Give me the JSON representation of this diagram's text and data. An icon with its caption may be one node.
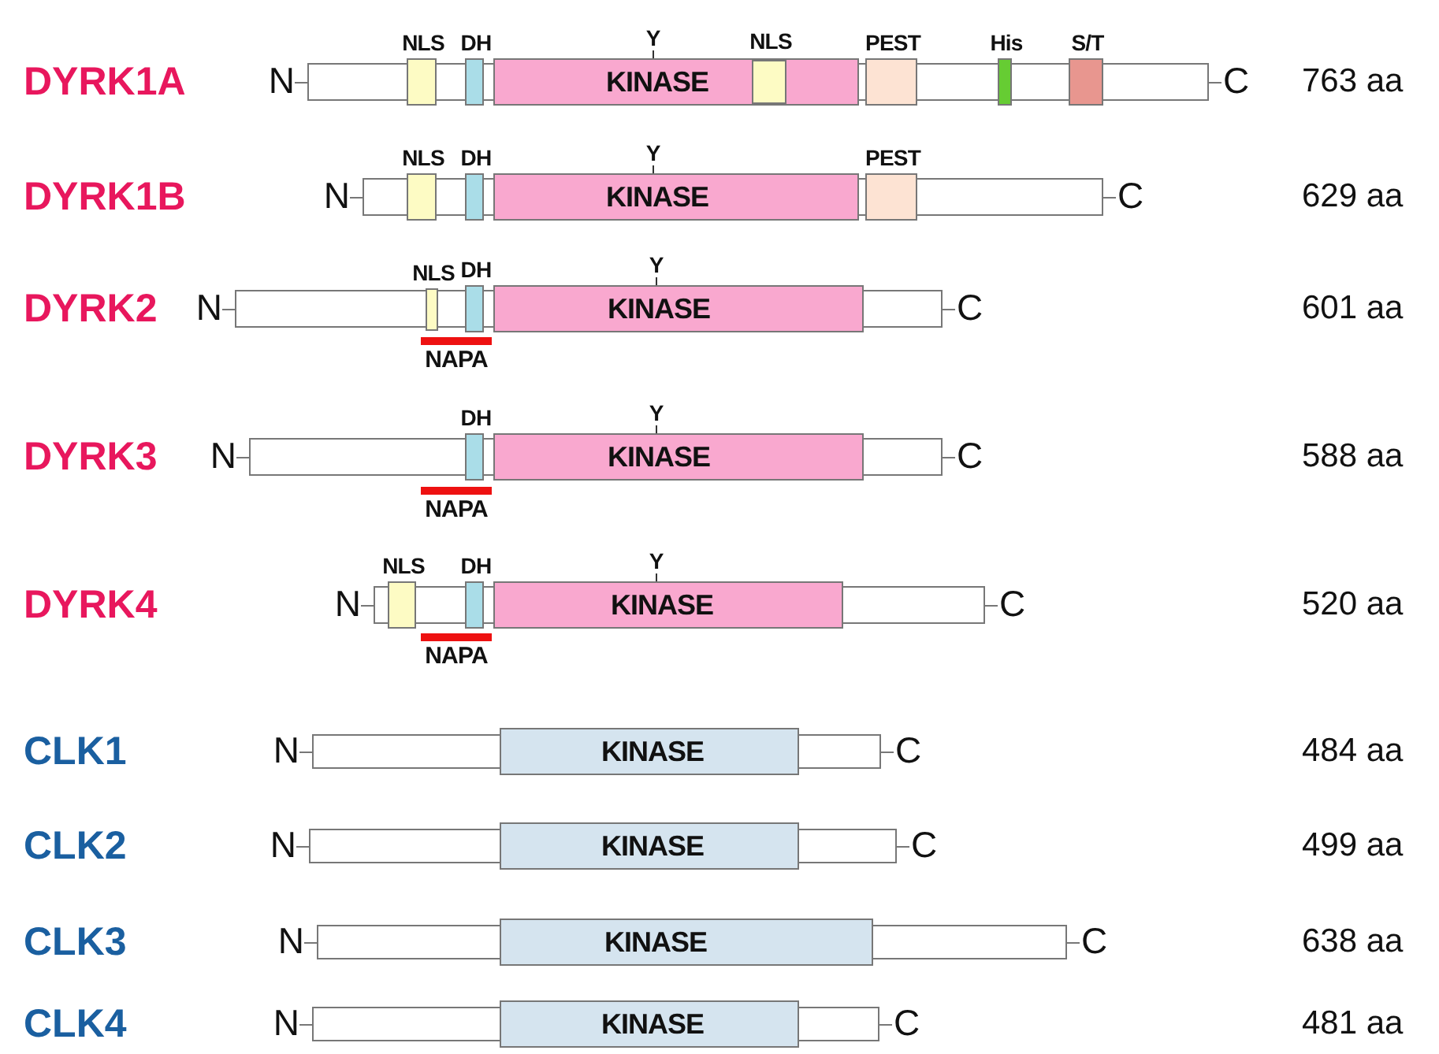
{
  "diagram": {
    "nodes": [
      {
        "text": [
          "DYRK1A"
        ],
        "beside": [
          "N",
          "C",
          "763 aa"
        ]
      },
      {
        "text": [
          "NLS"
        ],
        "in": 0
      },
      {
        "text": [
          "DH"
        ],
        "in": 0
      },
      {
        "text": [
          "KINASE"
        ],
        "beside": [
          "Y"
        ],
        "in": 0
      },
      {
        "text": [
          "NLS"
        ],
        "in": 3
      },
      {
        "text": [
          "PEST"
        ],
        "in": 0
      },
      {
        "text": [
          "His"
        ],
        "in": 0
      },
      {
        "text": [
          "S/T"
        ],
        "in": 0
      },
      {
        "text": [
          "DYRK1B"
        ],
        "beside": [
          "N",
          "C",
          "629 aa"
        ]
      },
      {
        "text": [
          "NLS"
        ],
        "in": 8
      },
      {
        "text": [
          "DH"
        ],
        "in": 8
      },
      {
        "text": [
          "KINASE"
        ],
        "beside": [
          "Y"
        ],
        "in": 8
      },
      {
        "text": [
          "PEST"
        ],
        "in": 8
      },
      {
        "text": [
          "DYRK2"
        ],
        "beside": [
          "N",
          "C",
          "601 aa"
        ]
      },
      {
        "text": [
          "NLS"
        ],
        "in": 13
      },
      {
        "text": [
          "DH"
        ],
        "in": 13
      },
      {
        "text": [
          "KINASE"
        ],
        "beside": [
          "Y"
        ],
        "in": 13
      },
      {
        "text": [
          "NAPA"
        ],
        "in": 13
      },
      {
        "text": [
          "DYRK3"
        ],
        "beside": [
          "N",
          "C",
          "588 aa"
        ]
      },
      {
        "text": [
          "DH"
        ],
        "in": 18
      },
      {
        "text": [
          "KINASE"
        ],
        "beside": [
          "Y"
        ],
        "in": 18
      },
      {
        "text": [
          "NAPA"
        ],
        "in": 18
      },
      {
        "text": [
          "DYRK4"
        ],
        "beside": [
          "N",
          "C",
          "520 aa"
        ]
      },
      {
        "text": [
          "NLS"
        ],
        "in": 22
      },
      {
        "text": [
          "DH"
        ],
        "in": 22
      },
      {
        "text": [
          "KINASE"
        ],
        "beside": [
          "Y"
        ],
        "in": 22
      },
      {
        "text": [
          "NAPA"
        ],
        "in": 22
      },
      {
        "text": [
          "CLK1"
        ],
        "beside": [
          "N",
          "C",
          "484 aa"
        ]
      },
      {
        "text": [
          "KINASE"
        ],
        "in": 27
      },
      {
        "text": [
          "CLK2"
        ],
        "beside": [
          "N",
          "C",
          "499 aa"
        ]
      },
      {
        "text": [
          "KINASE"
        ],
        "in": 29
      },
      {
        "text": [
          "CLK3"
        ],
        "beside": [
          "N",
          "C",
          "638 aa"
        ]
      },
      {
        "text": [
          "KINASE"
        ],
        "in": 31
      },
      {
        "text": [
          "CLK4"
        ],
        "beside": [
          "N",
          "C",
          "481 aa"
        ]
      },
      {
        "text": [
          "KINASE"
        ],
        "in": 33
      }
    ]
  }
}
